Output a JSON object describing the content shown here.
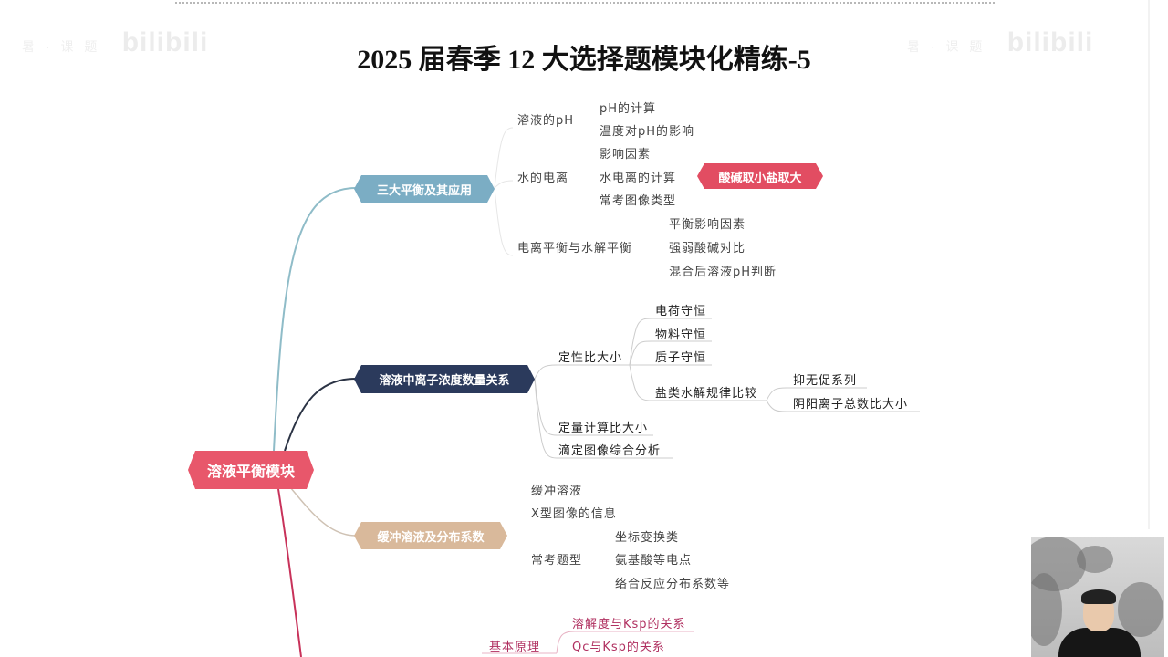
{
  "header": {
    "title": "2025 届春季 12 大选择题模块化精练-5",
    "watermark_left": {
      "sub": "暑 · 课  题",
      "logo": "bilibili"
    },
    "watermark_right": {
      "sub": "暑 · 课  题",
      "logo": "bilibili"
    }
  },
  "mindmap": {
    "root": {
      "label": "溶液平衡模块",
      "color": "#e8576b"
    },
    "branches": [
      {
        "label": "三大平衡及其应用",
        "color": "#7badc4",
        "children": [
          {
            "label": "溶液的pH",
            "children": [
              "pH的计算",
              "温度对pH的影响"
            ]
          },
          {
            "label": "水的电离",
            "children": [
              "影响因素",
              "水电离的计算",
              "常考图像类型"
            ],
            "callout": "酸碱取小盐取大"
          },
          {
            "label": "电离平衡与水解平衡",
            "children": [
              "平衡影响因素",
              "强弱酸碱对比",
              "混合后溶液pH判断"
            ]
          }
        ]
      },
      {
        "label": "溶液中离子浓度数量关系",
        "color": "#2b3a5c",
        "children": [
          {
            "label": "定性比大小",
            "children": [
              "电荷守恒",
              "物料守恒",
              "质子守恒",
              {
                "label": "盐类水解规律比较",
                "children": [
                  "抑无促系列",
                  "阴阳离子总数比大小"
                ]
              }
            ]
          },
          {
            "label": "定量计算比大小"
          },
          {
            "label": "滴定图像综合分析"
          }
        ]
      },
      {
        "label": "缓冲溶液及分布系数",
        "color": "#d9b99b",
        "children": [
          {
            "label": "缓冲溶液"
          },
          {
            "label": "X型图像的信息"
          },
          {
            "label": "常考题型",
            "children": [
              "坐标变换类",
              "氨基酸等电点",
              "络合反应分布系数等"
            ]
          }
        ]
      },
      {
        "label": "",
        "color": "#c8325a",
        "children": [
          {
            "label": "基本原理",
            "children": [
              "溶解度与Ksp的关系",
              "Qc与Ksp的关系"
            ]
          }
        ]
      }
    ],
    "callout_color": "#e24d62"
  },
  "webcam": {
    "label": "presenter-video"
  }
}
